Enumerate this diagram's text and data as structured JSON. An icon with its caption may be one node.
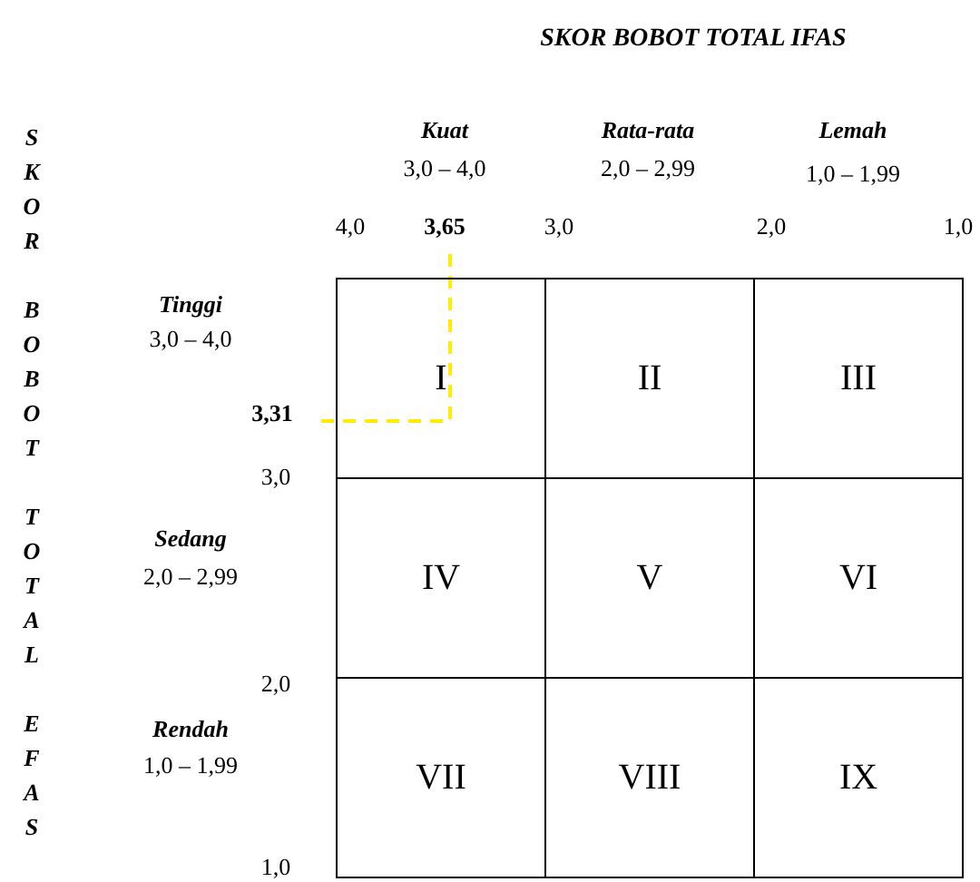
{
  "diagram": {
    "title": "SKOR BOBOT TOTAL IFAS",
    "nodes": [
      {
        "text": [
          "I"
        ]
      },
      {
        "text": [
          "II"
        ]
      },
      {
        "text": [
          "III"
        ]
      },
      {
        "text": [
          "IV"
        ]
      },
      {
        "text": [
          "V"
        ]
      },
      {
        "text": [
          "VI"
        ]
      },
      {
        "text": [
          "VII"
        ]
      },
      {
        "text": [
          "VIII"
        ]
      },
      {
        "text": [
          "IX"
        ]
      }
    ],
    "labels": [
      "SKOR BOBOT TOTAL EFAS",
      "Kuat",
      "3,0 – 4,0",
      "Rata-rata",
      "2,0 – 2,99",
      "Lemah",
      "1,0 – 1,99",
      "4,0",
      "3,65",
      "3,0",
      "2,0",
      "1,0",
      "Tinggi",
      "3,0 – 4,0",
      "3,31",
      "3,0",
      "Sedang",
      "2,0 – 2,99",
      "2,0",
      "Rendah",
      "1,0 – 1,99",
      "1,0"
    ]
  }
}
